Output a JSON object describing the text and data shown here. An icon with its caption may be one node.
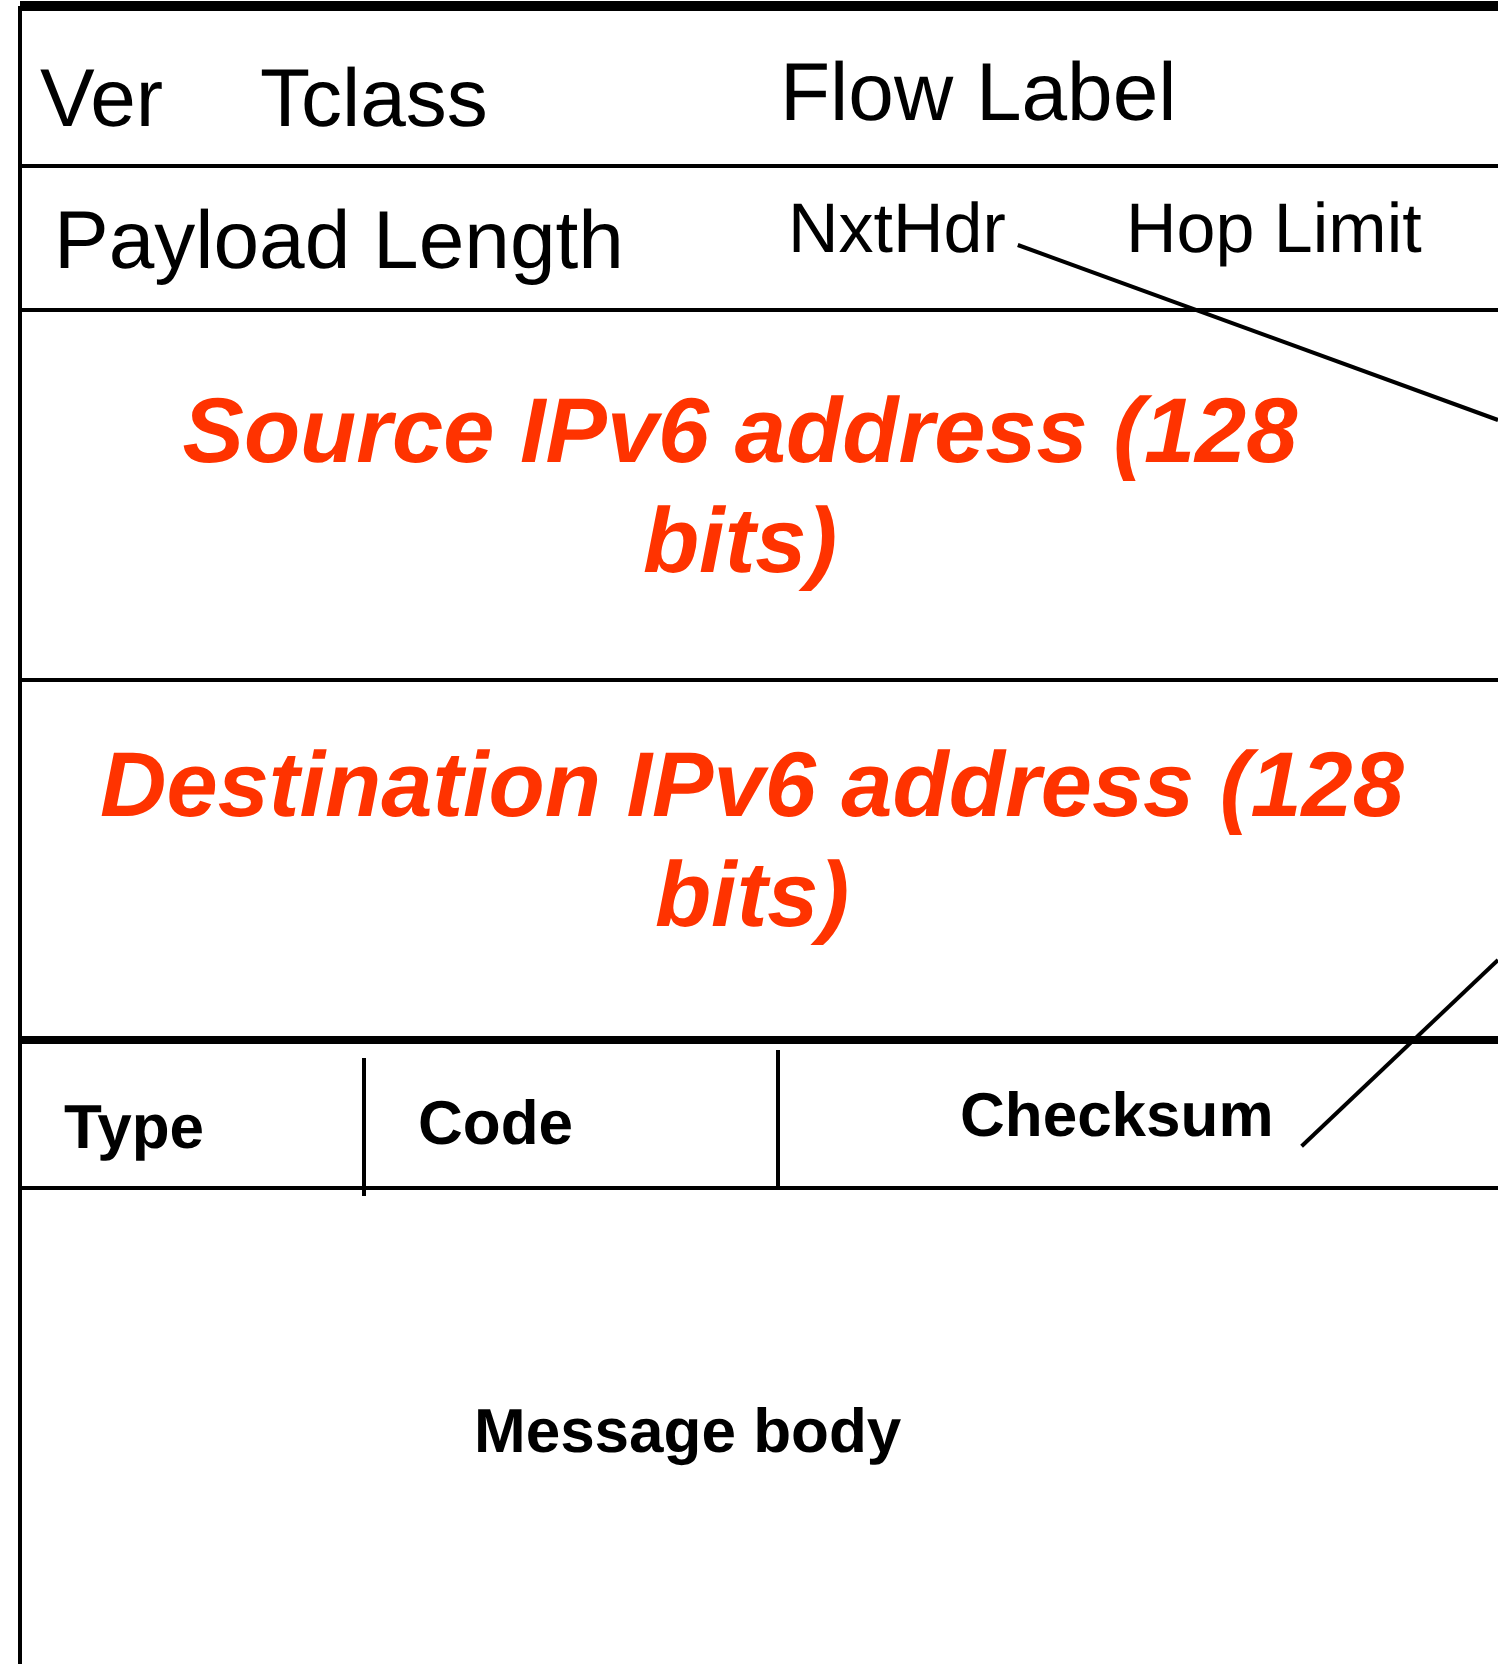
{
  "diagram": {
    "nodes": [
      {
        "text": [
          "Ver"
        ]
      },
      {
        "text": [
          "Tclass"
        ]
      },
      {
        "text": [
          "Flow Label"
        ]
      },
      {
        "text": [
          "Payload Length"
        ]
      },
      {
        "text": [
          "NxtHdr"
        ]
      },
      {
        "text": [
          "Hop Limit"
        ]
      },
      {
        "text": [
          "Source IPv6 address (128 bits)"
        ]
      },
      {
        "text": [
          "Destination IPv6 address (128 bits)"
        ]
      },
      {
        "text": [
          "Type"
        ]
      },
      {
        "text": [
          "Code"
        ]
      },
      {
        "text": [
          "Checksum"
        ]
      },
      {
        "text": [
          "Message body"
        ]
      }
    ],
    "edges": [
      {
        "from": 4,
        "to": null,
        "arrow": "none"
      },
      {
        "from": 10,
        "to": null,
        "arrow": "none"
      }
    ]
  }
}
